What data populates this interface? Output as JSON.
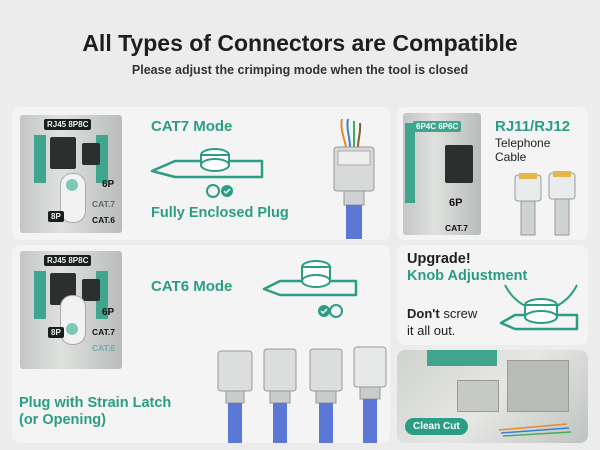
{
  "header": {
    "title": "All Types of Connectors are Compatible",
    "subtitle": "Please adjust the crimping mode when the tool is closed"
  },
  "panel_cat7": {
    "tool_label": "RJ45 8P8C",
    "tool_6p": "6P",
    "tool_8p": "8P",
    "tool_cat7": "CAT.7",
    "tool_cat6": "CAT.6",
    "mode": "CAT7 Mode",
    "plug": "Fully Enclosed Plug"
  },
  "panel_cat6": {
    "tool_label": "RJ45 8P8C",
    "tool_6p": "6P",
    "tool_8p": "8P",
    "tool_cat7": "CAT.7",
    "tool_cat6": "CAT.6",
    "mode": "CAT6 Mode",
    "plug_line1": "Plug with Strain Latch",
    "plug_line2": "(or Opening)"
  },
  "panel_rj11": {
    "tool_label": "6P4C 6P6C",
    "tool_6p": "6P",
    "tool_cat7": "CAT.7",
    "title": "RJ11/RJ12",
    "desc_line1": "Telephone",
    "desc_line2": "Cable"
  },
  "panel_knob": {
    "upgrade": "Upgrade!",
    "knob": "Knob Adjustment",
    "dont": "Don't",
    "screw": " screw",
    "line2": "it all out."
  },
  "panel_cut": {
    "badge": "Clean Cut"
  },
  "colors": {
    "accent": "#2b9d84",
    "background": "#ececec"
  }
}
